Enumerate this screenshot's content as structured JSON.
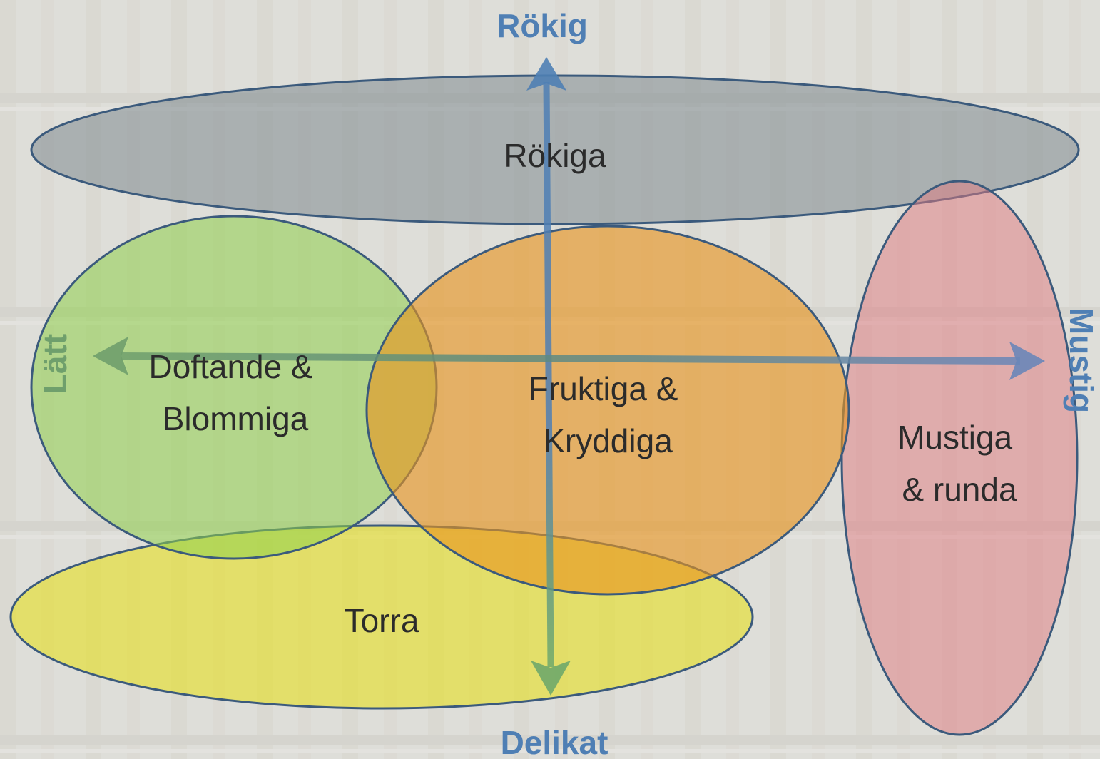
{
  "axes": {
    "top": "Rökig",
    "bottom": "Delikat",
    "left": "Lätt",
    "right": "Mustig"
  },
  "regions": {
    "rokiga": {
      "lines": [
        "Rökiga"
      ],
      "fill": "#7f8a90"
    },
    "doftande": {
      "lines": [
        "Doftande  &",
        "Blommiga"
      ],
      "fill": "#8fcf4a"
    },
    "fruktiga": {
      "lines": [
        "Fruktiga &",
        "Kryddiga"
      ],
      "fill": "#e8951e"
    },
    "mustiga": {
      "lines": [
        "Mustiga",
        "& runda"
      ],
      "fill": "#e07a80"
    },
    "torra": {
      "lines": [
        "Torra"
      ],
      "fill": "#e6e020"
    }
  },
  "colors": {
    "axis_blue": "#4f7fb4",
    "axis_green": "#6f9f6c",
    "outline": "#3b5a7c",
    "background": "#dcdcd8"
  }
}
